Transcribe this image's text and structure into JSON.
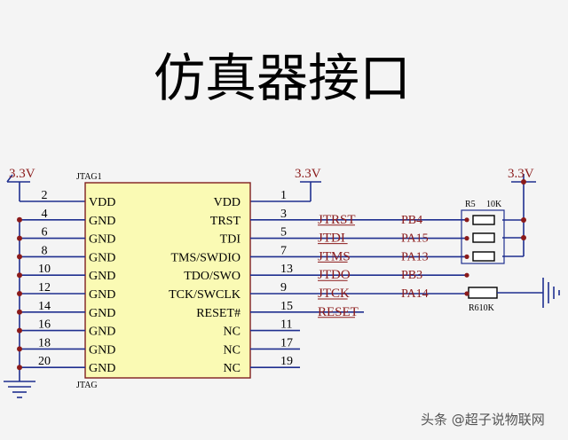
{
  "title": "仿真器接口",
  "watermark": "头条 @超子说物联网",
  "chip": {
    "designator": "JTAG1",
    "footer": "JTAG",
    "left_labels": [
      "VDD",
      "GND",
      "GND",
      "GND",
      "GND",
      "GND",
      "GND",
      "GND",
      "GND",
      "GND"
    ],
    "left_pins": [
      "2",
      "4",
      "6",
      "8",
      "10",
      "12",
      "14",
      "16",
      "18",
      "20"
    ],
    "right_labels": [
      "VDD",
      "TRST",
      "TDI",
      "TMS/SWDIO",
      "TDO/SWO",
      "TCK/SWCLK",
      "RESET#",
      "NC",
      "NC",
      "NC"
    ],
    "right_pins": [
      "1",
      "3",
      "5",
      "7",
      "13",
      "9",
      "15",
      "11",
      "17",
      "19"
    ]
  },
  "nets": {
    "signals": [
      "JTRST",
      "JTDI",
      "JTMS",
      "JTDO",
      "JTCK",
      "RESET"
    ],
    "ports": [
      "PB4",
      "PA15",
      "PA13",
      "PB3",
      "PA14"
    ]
  },
  "power": {
    "left": "3.3V",
    "mid": "3.3V",
    "right": "3.3V"
  },
  "resistors": {
    "r5": "R5",
    "r5_value": "10K",
    "r6": "R610K"
  },
  "colors": {
    "wire": "#1f2f8f",
    "chip_fill": "#fafab4",
    "chip_border": "#7f1f1f",
    "net_label": "#8b1a1a",
    "junction": "#8b1a1a",
    "text": "#000000"
  }
}
